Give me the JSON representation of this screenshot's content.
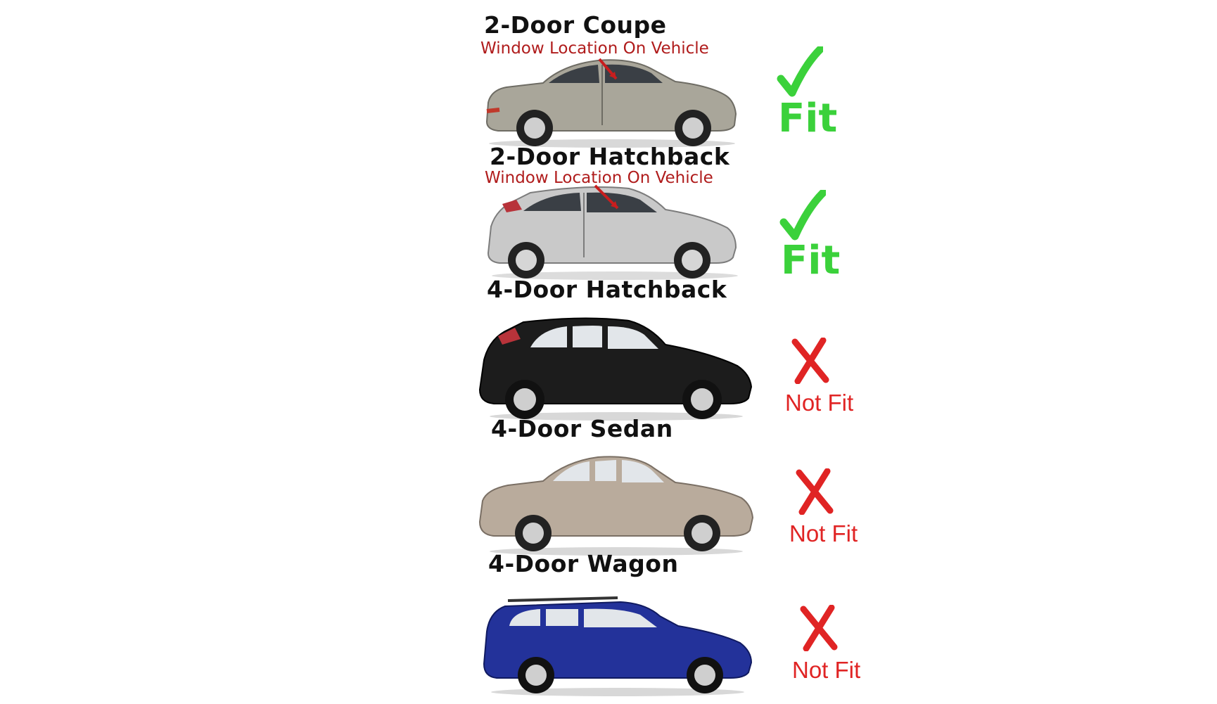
{
  "colors": {
    "fit": "#3bd13b",
    "not_fit": "#e02424",
    "subtitle": "#b01c1c",
    "label": "#111111"
  },
  "vehicles": [
    {
      "label": "2-Door Coupe",
      "sublabel": "Window Location On Vehicle",
      "status": "Fit",
      "status_icon": "check-icon",
      "body_color": "#a9a69a"
    },
    {
      "label": "2-Door Hatchback",
      "sublabel": "Window Location On Vehicle",
      "status": "Fit",
      "status_icon": "check-icon",
      "body_color": "#c9c9c9"
    },
    {
      "label": "4-Door Hatchback",
      "status": "Not Fit",
      "status_icon": "cross-icon",
      "body_color": "#1c1c1c"
    },
    {
      "label": "4-Door Sedan",
      "status": "Not Fit",
      "status_icon": "cross-icon",
      "body_color": "#b9ab9c"
    },
    {
      "label": "4-Door Wagon",
      "status": "Not Fit",
      "status_icon": "cross-icon",
      "body_color": "#23329a"
    }
  ]
}
